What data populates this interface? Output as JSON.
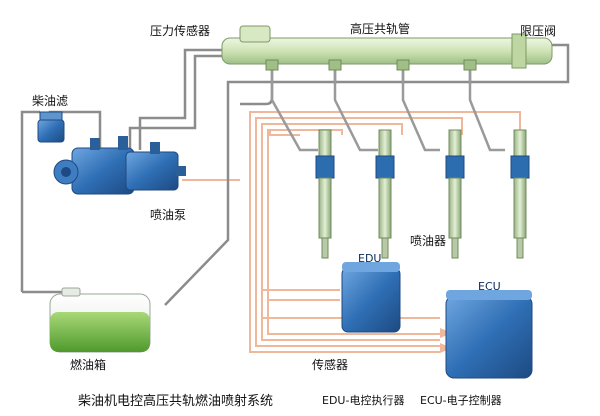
{
  "labels": {
    "pressure_sensor": "压力传感器",
    "common_rail": "高压共轨管",
    "limit_valve": "限压阀",
    "diesel_filter": "柴油滤",
    "injection_pump": "喷油泵",
    "injector": "喷油器",
    "fuel_tank": "燃油箱",
    "sensor": "传感器",
    "edu_box": "EDU",
    "ecu_box": "ECU"
  },
  "caption": {
    "system_title": "柴油机电控高压共轨燃油喷射系统",
    "edu_legend": "EDU-电控执行器",
    "ecu_legend": "ECU-电子控制器"
  },
  "colors": {
    "rail": "#cfe3b5",
    "component_blue": "#2f6fb5",
    "fuel_line": "#9a9a9a",
    "signal_line": "#f0b89a",
    "tank_fuel": "#7fbf4d"
  }
}
